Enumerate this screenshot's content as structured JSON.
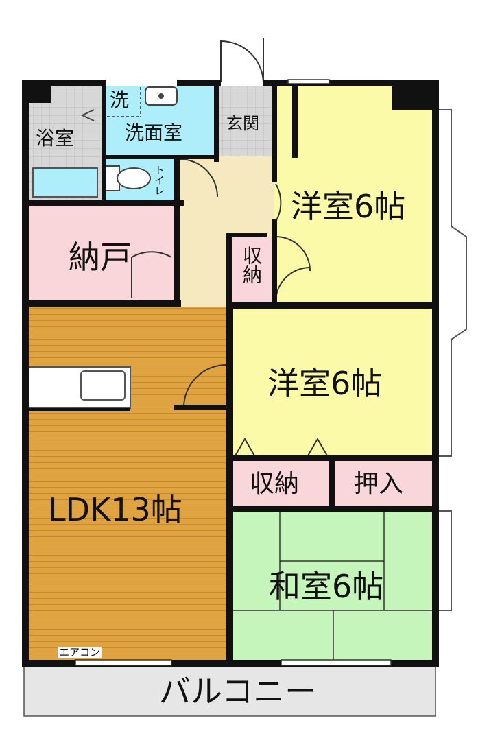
{
  "rooms": {
    "bath": "浴室",
    "wash_mark": "洗",
    "washroom": "洗面室",
    "entrance": "玄関",
    "toilet": "トイレ",
    "western_room_1": "洋室6帖",
    "storage_1": "収納",
    "closet_room": "納戸",
    "western_room_2": "洋室6帖",
    "ldk": "LDK13帖",
    "storage_2": "収納",
    "oshiire": "押入",
    "japanese_room": "和室6帖",
    "aircon": "エアコン",
    "balcony": "バルコニー"
  },
  "colors": {
    "wall": "#111111",
    "wet_area": "#aeeefa",
    "entrance_tile": "#d7d7d7",
    "hallway": "#f6e8bf",
    "western_room": "#fbfaa9",
    "storage": "#f8d6d9",
    "ldk_floor": "#dfa341",
    "japanese_room": "#c6f5bc",
    "balcony": "#e6e6e6"
  }
}
